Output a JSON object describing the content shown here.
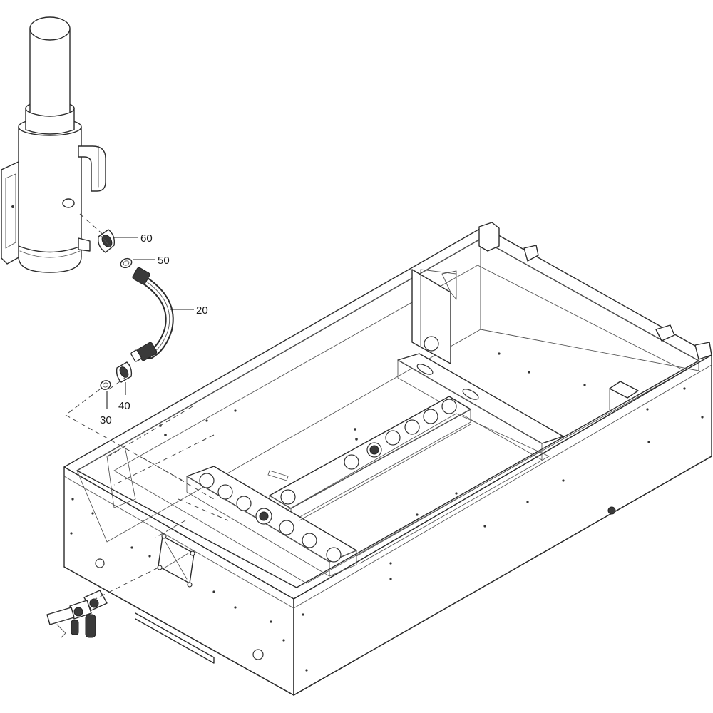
{
  "diagram": {
    "type": "exploded-parts-diagram",
    "callouts": [
      {
        "id": "c60",
        "label": "60"
      },
      {
        "id": "c50",
        "label": "50"
      },
      {
        "id": "c20",
        "label": "20"
      },
      {
        "id": "c30",
        "label": "30"
      },
      {
        "id": "c40",
        "label": "40"
      }
    ],
    "parts": [
      {
        "name": "filter-cylinder"
      },
      {
        "name": "fitting-60"
      },
      {
        "name": "seal-ring-50"
      },
      {
        "name": "hose-20"
      },
      {
        "name": "seal-ring-30"
      },
      {
        "name": "fitting-40"
      },
      {
        "name": "base-frame"
      },
      {
        "name": "valve-cluster"
      }
    ]
  }
}
